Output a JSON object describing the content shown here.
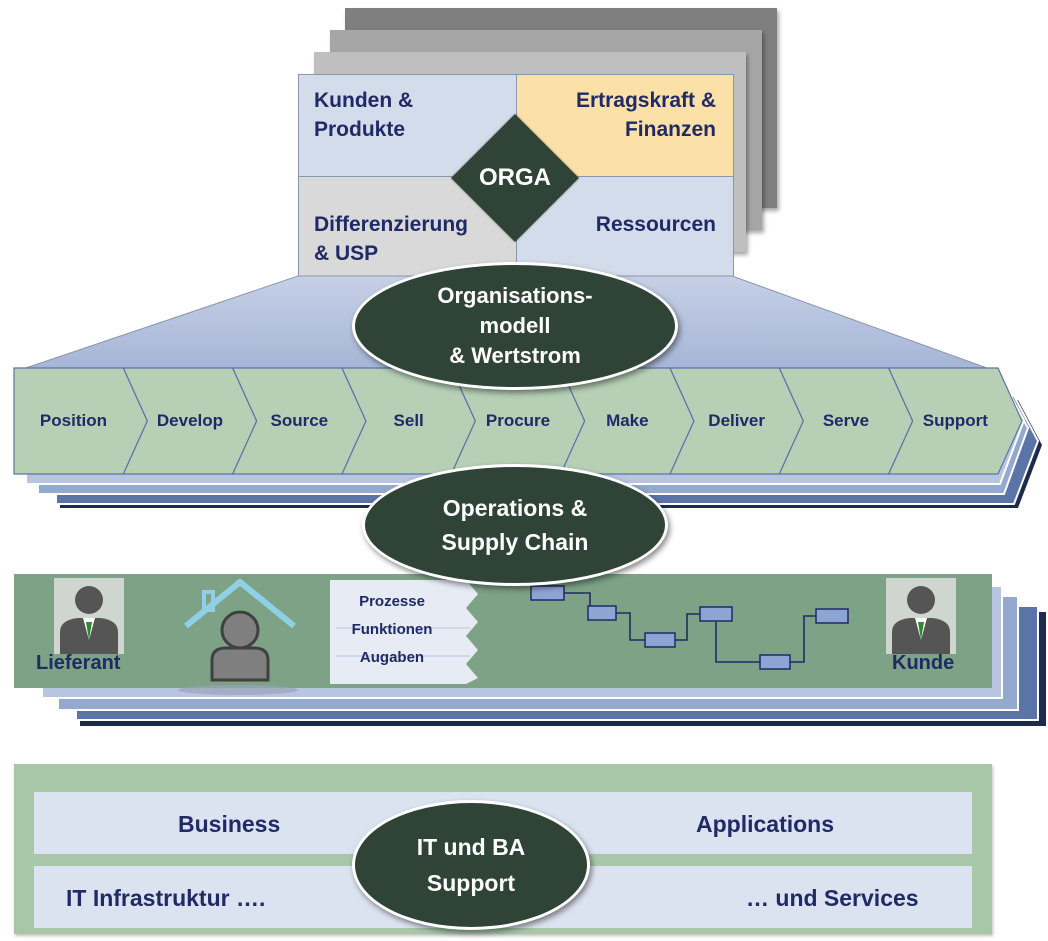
{
  "orga": {
    "center": "ORGA",
    "quadrants": {
      "top_left": [
        "Kunden &",
        "Produkte"
      ],
      "top_right": [
        "Ertragskraft &",
        "Finanzen"
      ],
      "bottom_left": [
        "Differenzierung",
        "& USP"
      ],
      "bottom_right": "Ressourcen"
    },
    "colors": {
      "quad_blue": "#d3dcea",
      "quad_orange": "#fbe0a8",
      "quad_grey": "#d9d9d9",
      "dark": "#2f4437"
    }
  },
  "organisationsmodell": {
    "lines": [
      "Organisations-",
      "modell",
      "& Wertstrom"
    ]
  },
  "value_chain": {
    "steps": [
      "Position",
      "Develop",
      "Source",
      "Sell",
      "Procure",
      "Make",
      "Deliver",
      "Serve",
      "Support"
    ],
    "colors": {
      "fill": "#b6cfb5",
      "back": "#5b74a8",
      "back2": "#94a9d0"
    }
  },
  "operations": {
    "lines": [
      "Operations &",
      "Supply Chain"
    ]
  },
  "supply": {
    "supplier": "Lieferant",
    "customer": "Kunde",
    "items": [
      "Prozesse",
      "Funktionen",
      "Augaben"
    ],
    "colors": {
      "band": "#7da286"
    }
  },
  "it": {
    "business": "Business",
    "applications": "Applications",
    "infrastruktur": "IT Infrastruktur ….",
    "services": "… und  Services",
    "center": [
      "IT und BA",
      "Support"
    ],
    "colors": {
      "band": "#a8c6a8",
      "bar": "#dce3f0"
    }
  }
}
